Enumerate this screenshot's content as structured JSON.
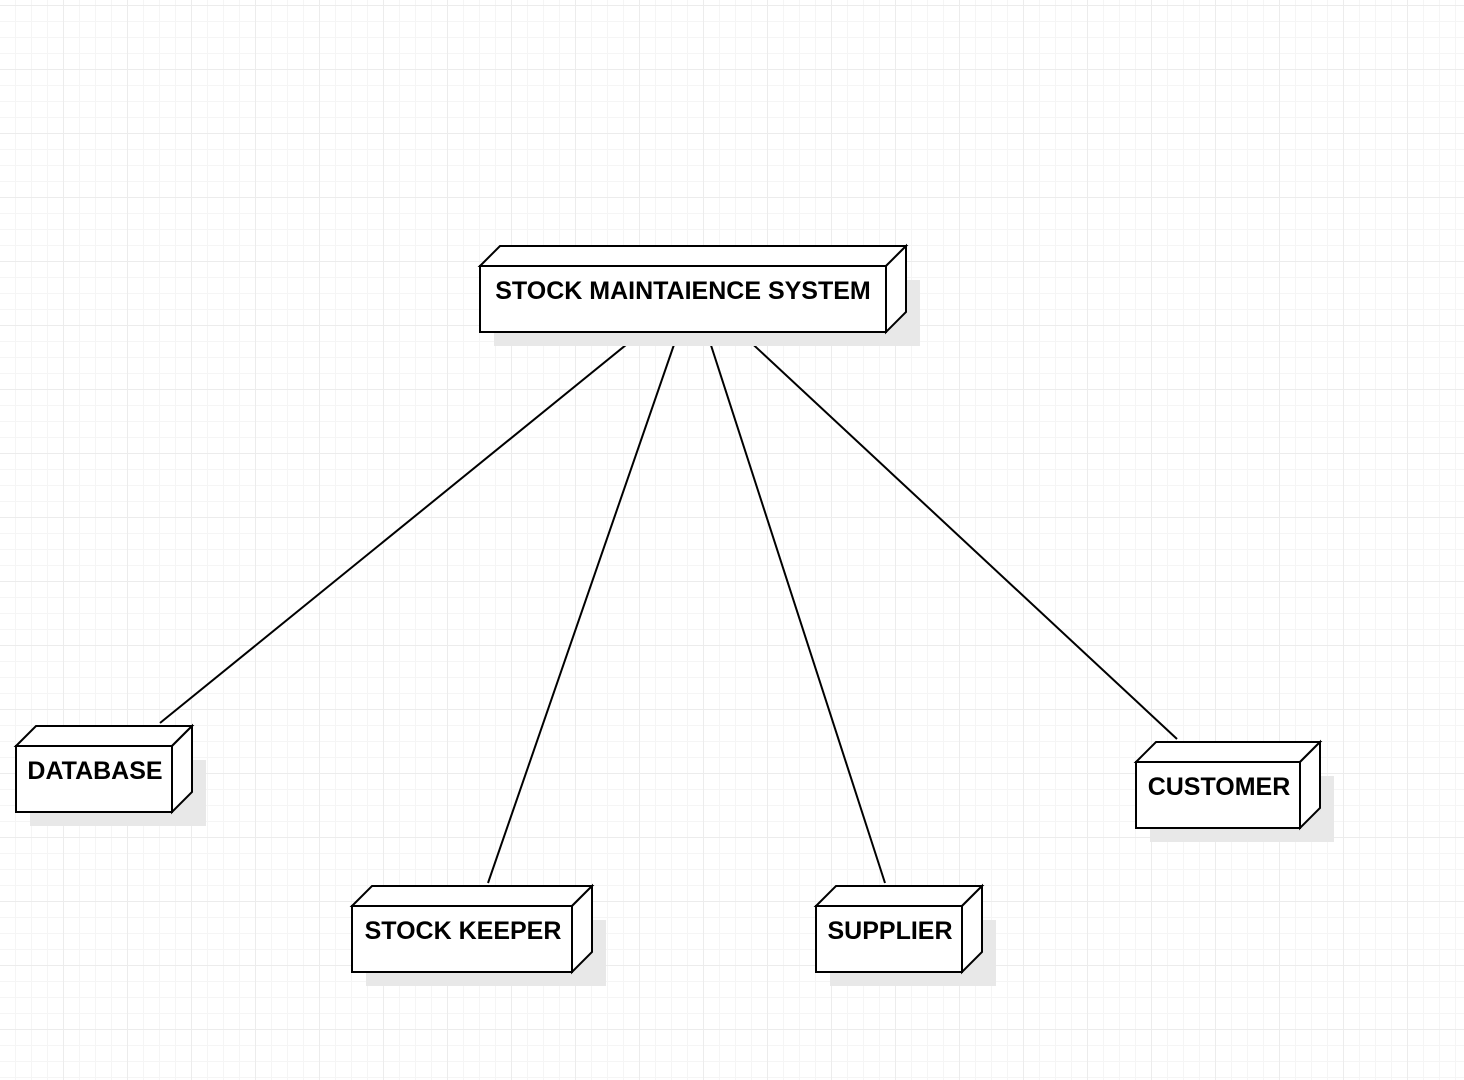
{
  "diagram": {
    "nodes": [
      {
        "id": "system",
        "label": "STOCK MAINTAIENCE SYSTEM"
      },
      {
        "id": "database",
        "label": "DATABASE"
      },
      {
        "id": "stock_keeper",
        "label": "STOCK KEEPER"
      },
      {
        "id": "supplier",
        "label": "SUPPLIER"
      },
      {
        "id": "customer",
        "label": "CUSTOMER"
      }
    ],
    "edges": [
      {
        "from": "system",
        "to": "database"
      },
      {
        "from": "system",
        "to": "stock_keeper"
      },
      {
        "from": "system",
        "to": "supplier"
      },
      {
        "from": "system",
        "to": "customer"
      }
    ],
    "colors": {
      "stroke": "#000000",
      "fill": "#ffffff",
      "shadow": "#e8e8e8"
    }
  }
}
